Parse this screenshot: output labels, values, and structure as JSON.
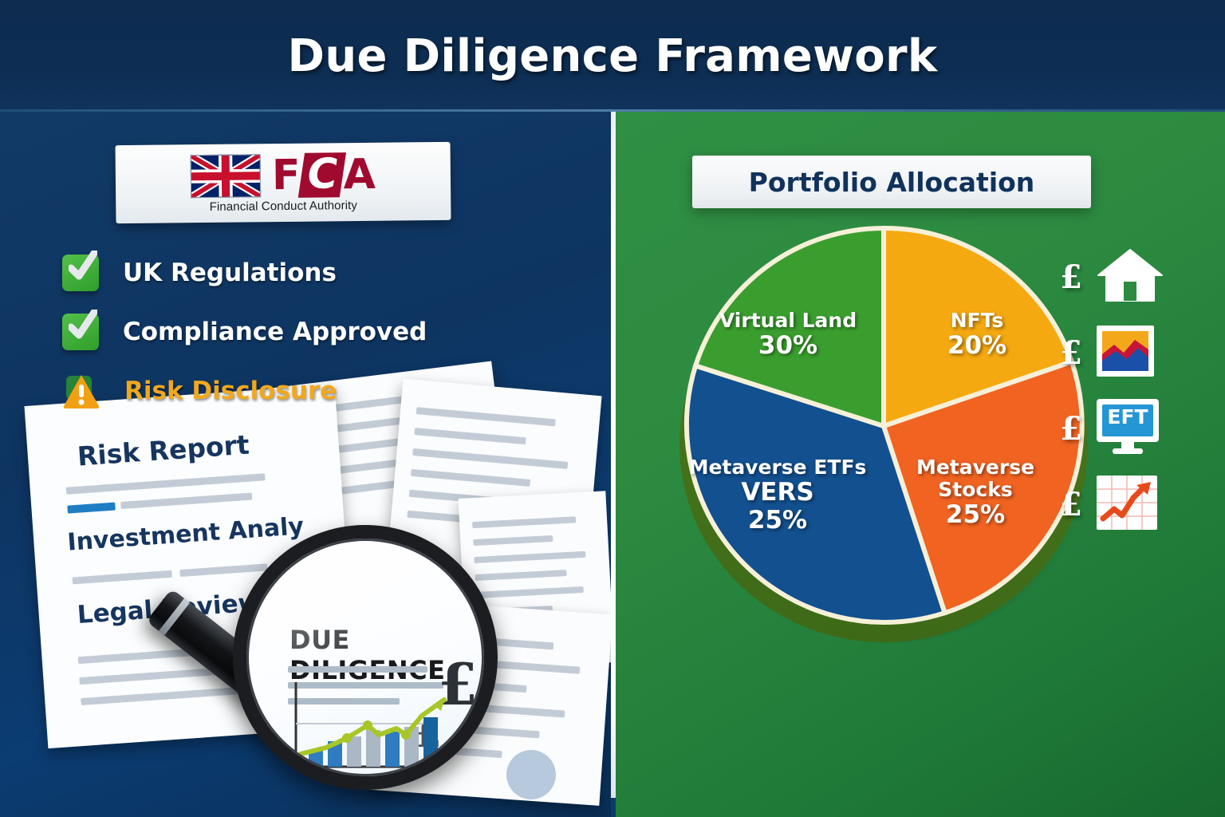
{
  "header": {
    "title": "Due Diligence Framework"
  },
  "left_panel": {
    "fca": {
      "flag_icon": "union-jack-flag-icon",
      "letters": [
        "F",
        "C",
        "A"
      ],
      "subtitle": "Financial Conduct Authority"
    },
    "checklist": [
      {
        "label": "UK Regulations",
        "icon": "green-checkmark-icon",
        "status": "approved"
      },
      {
        "label": "Compliance Approved",
        "icon": "green-checkmark-icon",
        "status": "approved"
      },
      {
        "label": "Risk Disclosure",
        "icon": "orange-warning-triangle-icon",
        "status": "warning"
      }
    ],
    "documents": [
      {
        "title": "Risk Report"
      },
      {
        "title": "Investment Analy"
      },
      {
        "title": "Legal Review"
      }
    ],
    "magnifier": {
      "title": "DUE DILIGENCE",
      "currency_large": "£",
      "currency_small": "£",
      "chart_type": "line-and-bar-chart"
    }
  },
  "right_panel": {
    "allocation_title": "Portfolio Allocation",
    "icons": [
      {
        "currency": "£",
        "icon": "house-icon",
        "label": ""
      },
      {
        "currency": "£",
        "icon": "framed-artwork-icon",
        "label": ""
      },
      {
        "currency": "£",
        "icon": "monitor-icon",
        "label": "EFT"
      },
      {
        "currency": "£",
        "icon": "rising-chart-icon",
        "label": ""
      }
    ]
  },
  "chart_data": {
    "type": "pie",
    "title": "Portfolio Allocation",
    "categories": [
      "Virtual Land",
      "NFTs",
      "Metaverse Stocks",
      "Metaverse ETFs"
    ],
    "values": [
      30,
      20,
      25,
      25
    ],
    "unit": "%",
    "labels": [
      {
        "name": "Virtual Land",
        "pct": "30%",
        "extra": "",
        "color": "#3a9e2e"
      },
      {
        "name": "NFTs",
        "pct": "20%",
        "extra": "",
        "color": "#f5a911"
      },
      {
        "name": "Metaverse Stocks",
        "pct": "25%",
        "extra": "",
        "color": "#f16321"
      },
      {
        "name": "Metaverse ETFs",
        "pct": "25%",
        "extra": "VERS",
        "color": "#12508f"
      }
    ],
    "legend": "inline-on-slices",
    "start_angle_deg": 0,
    "direction": "clockwise",
    "colors": [
      "#3a9e2e",
      "#f5a911",
      "#f16321",
      "#12508f"
    ],
    "border_color": "#f6f0d8",
    "style": "3d-depth"
  },
  "colors": {
    "header_navy": "#0d2d52",
    "panel_navy": "#0e3562",
    "panel_green": "#2d8b40",
    "accent_amber": "#f0a81e",
    "fca_red": "#a00a2e",
    "title_navy": "#10325b"
  }
}
